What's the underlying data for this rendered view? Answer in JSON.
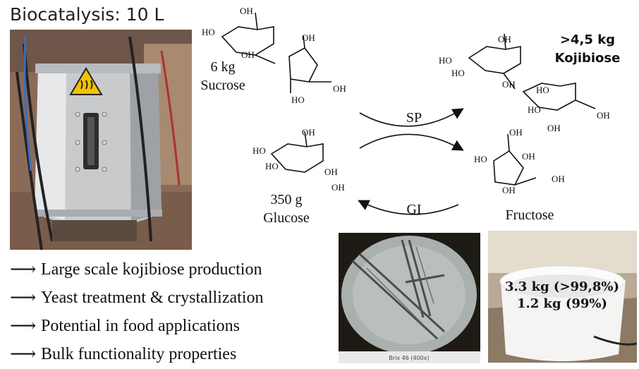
{
  "title": "Biocatalysis: 10 L",
  "bullets": [
    "Large scale kojibiose production",
    "Yeast treatment & crystallization",
    "Potential in food applications",
    "Bulk functionality properties"
  ],
  "scheme": {
    "sucrose": {
      "amount": "6 kg",
      "name": "Sucrose"
    },
    "glucose": {
      "amount": "350 g",
      "name": "Glucose"
    },
    "kojibiose": {
      "amount": ">4,5 kg",
      "name": "Kojibiose"
    },
    "fructose": {
      "name": "Fructose"
    },
    "enzyme_sp": "SP",
    "enzyme_gi": "GI",
    "oh": "OH",
    "ho": "HO"
  },
  "microscope": {
    "caption": "Brix 46 (400x)"
  },
  "product": {
    "line1": "3.3 kg (>99,8%)",
    "line2": "1.2 kg (99%)"
  },
  "icons": [
    "hot-surface-warning-icon",
    "right-arrow-icon"
  ]
}
